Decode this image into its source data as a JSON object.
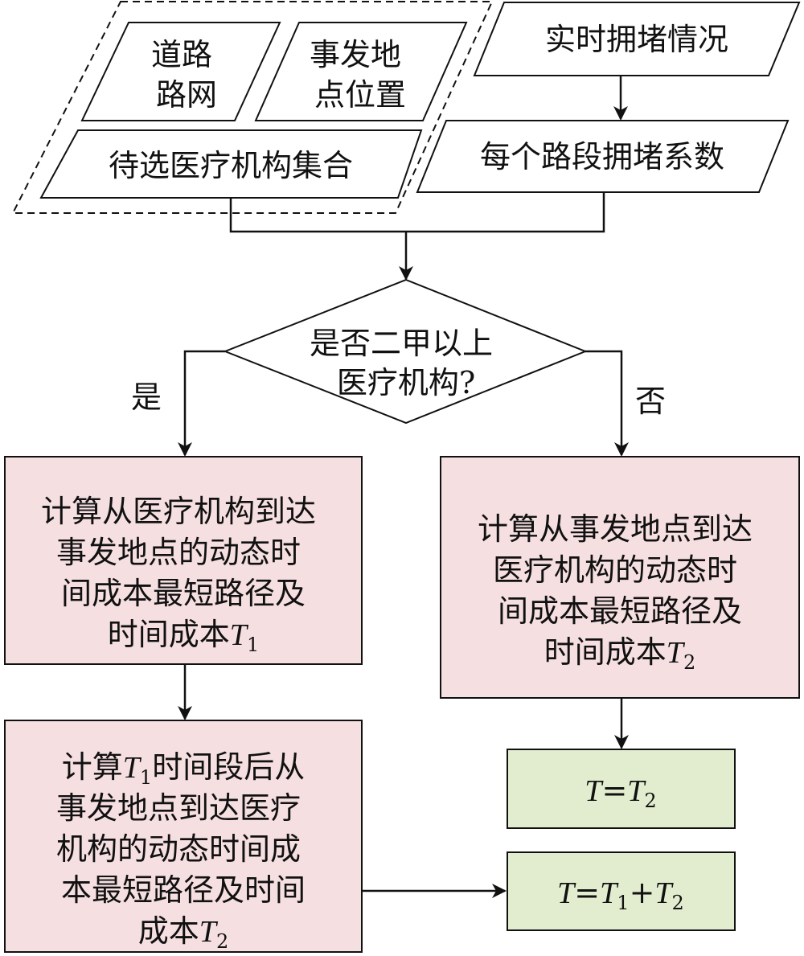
{
  "inputs": {
    "road_network": [
      "道路",
      "路网"
    ],
    "incident_location": [
      "事发地",
      "点位置"
    ],
    "candidate_set": "待选医疗机构集合",
    "realtime_congestion": "实时拥堵情况",
    "segment_coefficient": "每个路段拥堵系数"
  },
  "decision": {
    "question": [
      "是否二甲以上",
      "医疗机构?"
    ],
    "yes_label": "是",
    "no_label": "否"
  },
  "process": {
    "left1": [
      "计算从医疗机构到达",
      "事发地点的动态时",
      "间成本最短路径及",
      "时间成本"
    ],
    "left1_var": "T",
    "left1_sub": "1",
    "right1": [
      "计算从事发地点到达",
      "医疗机构的动态时",
      "间成本最短路径及",
      "时间成本"
    ],
    "right1_var": "T",
    "right1_sub": "2",
    "left2_line1_a": "计算",
    "left2_line1_var": "T",
    "left2_line1_sub": "1",
    "left2_line1_b": "时间段后从",
    "left2_lines": [
      "事发地点到达医疗",
      "机构的动态时间成",
      "本最短路径及时间",
      "成本"
    ],
    "left2_var": "T",
    "left2_sub": "2"
  },
  "results": {
    "r1_var": "T",
    "r1_eq": "=",
    "r1_var2": "T",
    "r1_sub2": "2",
    "r2_var": "T",
    "r2_eq": "=",
    "r2_var2": "T",
    "r2_sub2": "1",
    "r2_plus": "+",
    "r2_var3": "T",
    "r2_sub3": "2"
  },
  "colors": {
    "process_fill": "#f6dfe1",
    "result_fill": "#e2edcf",
    "stroke": "#111111"
  }
}
